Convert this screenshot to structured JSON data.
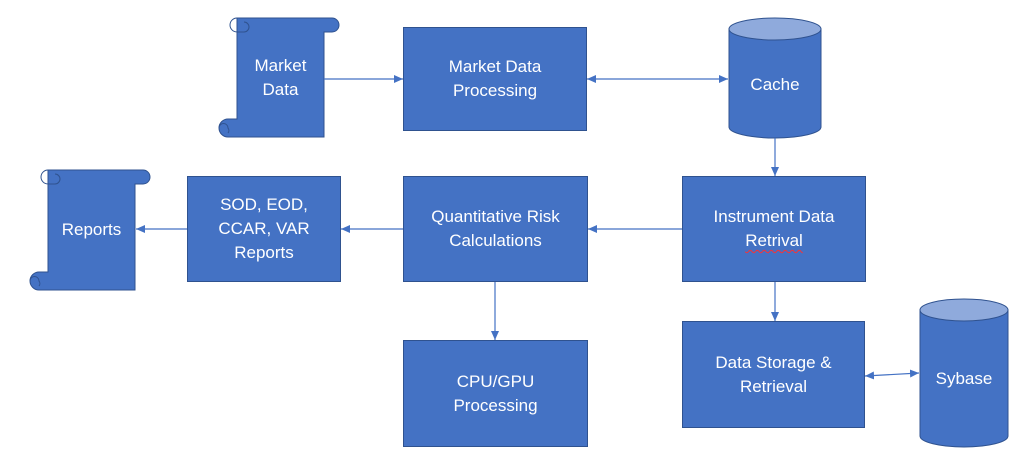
{
  "colors": {
    "box_fill": "#4472C4",
    "box_border": "#2F528F",
    "arrow": "#4472C4",
    "text": "#FFFFFF"
  },
  "nodes": {
    "market_data": {
      "shape": "document-scroll",
      "lines": [
        "Market",
        "Data"
      ]
    },
    "market_data_processing": {
      "shape": "box",
      "lines": [
        "Market Data",
        "Processing"
      ]
    },
    "cache": {
      "shape": "database-cylinder",
      "lines": [
        "Cache"
      ]
    },
    "reports": {
      "shape": "document-scroll",
      "lines": [
        "Reports"
      ]
    },
    "sod_eod_reports": {
      "shape": "box",
      "lines": [
        "SOD, EOD,",
        "CCAR, VAR",
        "Reports"
      ]
    },
    "quantitative_risk": {
      "shape": "box",
      "lines": [
        "Quantitative Risk",
        "Calculations"
      ]
    },
    "instrument_data_retrival": {
      "shape": "box",
      "lines": [
        "Instrument Data",
        "Retrival"
      ]
    },
    "cpu_gpu_processing": {
      "shape": "box",
      "lines": [
        "CPU/GPU",
        "Processing"
      ]
    },
    "data_storage_retrieval": {
      "shape": "box",
      "lines": [
        "Data Storage &",
        "Retrieval"
      ]
    },
    "sybase": {
      "shape": "database-cylinder",
      "lines": [
        "Sybase"
      ]
    }
  },
  "edges": [
    {
      "from": "market_data",
      "to": "market_data_processing",
      "direction": "forward"
    },
    {
      "from": "market_data_processing",
      "to": "cache",
      "direction": "both"
    },
    {
      "from": "cache",
      "to": "instrument_data_retrival",
      "direction": "forward"
    },
    {
      "from": "instrument_data_retrival",
      "to": "quantitative_risk",
      "direction": "forward"
    },
    {
      "from": "quantitative_risk",
      "to": "sod_eod_reports",
      "direction": "forward"
    },
    {
      "from": "sod_eod_reports",
      "to": "reports",
      "direction": "forward"
    },
    {
      "from": "quantitative_risk",
      "to": "cpu_gpu_processing",
      "direction": "forward"
    },
    {
      "from": "instrument_data_retrival",
      "to": "data_storage_retrieval",
      "direction": "forward"
    },
    {
      "from": "data_storage_retrieval",
      "to": "sybase",
      "direction": "both"
    }
  ]
}
